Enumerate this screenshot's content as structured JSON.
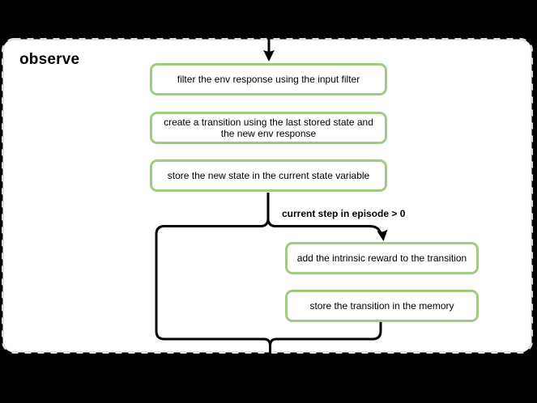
{
  "diagram": {
    "title": "observe",
    "condition_label": "current step in episode > 0",
    "nodes": [
      {
        "label": "filter the env response using the input filter"
      },
      {
        "label": "create a transition using the last stored state and the new env response"
      },
      {
        "label": "store the new state in the current state variable"
      },
      {
        "label": "add the intrinsic reward to the transition"
      },
      {
        "label": "store the transition in the memory"
      }
    ],
    "connectors": [
      {
        "from": "entry-top",
        "to": "filter-node",
        "type": "arrow-down"
      },
      {
        "from": "store-state-node",
        "to": "condition-branch",
        "type": "line"
      },
      {
        "from": "condition-branch",
        "to": "add-reward-node",
        "type": "arrow-down",
        "label": "current step in episode > 0"
      },
      {
        "from": "condition-branch",
        "to": "bottom-merge",
        "type": "bypass-loop-left"
      },
      {
        "from": "store-transition-node",
        "to": "bottom-merge",
        "type": "line"
      },
      {
        "from": "bottom-merge",
        "to": "exit-bottom",
        "type": "line"
      }
    ],
    "colors": {
      "page_background": "#000000",
      "panel_fill": "#ffffff",
      "panel_border": "#e0e0e0",
      "node_border": "#9fcd80",
      "node_fill": "#ffffff",
      "connector": "#000000",
      "text": "#000000"
    }
  }
}
